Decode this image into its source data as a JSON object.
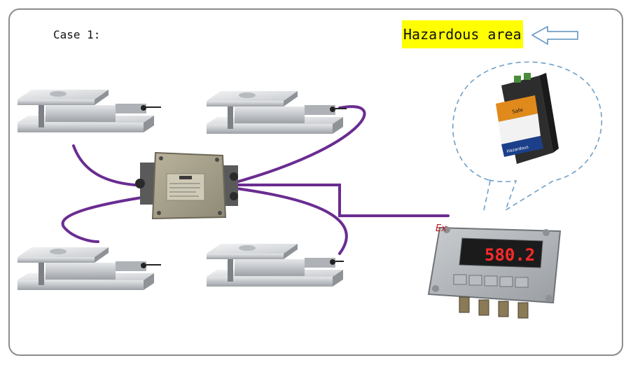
{
  "case_label": "Case 1:",
  "hazardous_label": "Hazardous area",
  "barrier_text": {
    "top": "Safe",
    "bottom": "Hazardous"
  },
  "indicator": {
    "reading": "580.2",
    "ex_mark": "Ex"
  },
  "colors": {
    "cable": "#6a2c91",
    "highlight": "#ffff00",
    "arrow": "#6f9fc8",
    "callout": "#6f9fc8",
    "display_digits": "#ff2a2a"
  },
  "icons": [
    "load-cell",
    "junction-box",
    "safety-barrier",
    "weighing-indicator",
    "left-arrow-icon"
  ]
}
